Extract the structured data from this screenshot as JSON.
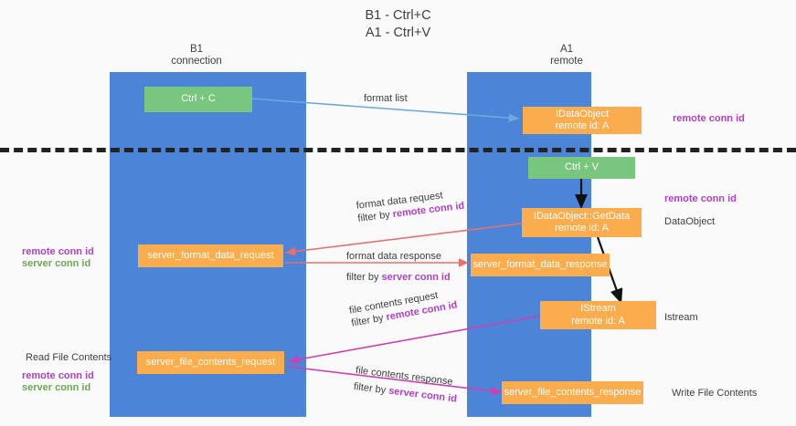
{
  "title": {
    "line1": "B1 - Ctrl+C",
    "line2": "A1 - Ctrl+V"
  },
  "columns": [
    {
      "name": "B1",
      "sub": "connection"
    },
    {
      "name": "A1",
      "sub": "remote"
    }
  ],
  "colors": {
    "lane": "#4c84d8",
    "green_box": "#79c67f",
    "orange_box": "#fbad4e",
    "purple_text": "#b03fc7",
    "green_text": "#6aa84f",
    "dark_text": "#3c4043",
    "edge_blue": "#6fa8dc",
    "edge_red": "#e8716d",
    "edge_magenta": "#cf3fb0",
    "edge_black": "#000000",
    "background": "#fafafa"
  },
  "boxes": {
    "ctrl_c": {
      "line1": "Ctrl + C"
    },
    "data_object_top": {
      "line1": "IDataObject",
      "line2": "remote id: A"
    },
    "ctrl_v": {
      "line1": "Ctrl + V"
    },
    "get_data": {
      "line1": "IDataObject::GetData",
      "line2": "remote id: A"
    },
    "server_format_data_request": {
      "line1": "server_format_data_request"
    },
    "server_format_data_response": {
      "line1": "server_format_data_response"
    },
    "istream": {
      "line1": "IStream",
      "line2": "remote id: A"
    },
    "server_file_contents_request": {
      "line1": "server_file_contents_request"
    },
    "server_file_contents_response": {
      "line1": "server_file_contents_response"
    }
  },
  "edge_labels": {
    "format_list": "format list",
    "format_data_request": "format data request",
    "format_data_request_filter_prefix": "filter by ",
    "format_data_request_filter_key": "remote conn id",
    "format_data_response": "format data response",
    "format_data_response_filter_prefix": "filter by ",
    "format_data_response_filter_key": "server conn id",
    "file_contents_request": "file contents request",
    "file_contents_request_filter_prefix": "filter by ",
    "file_contents_request_filter_key": "remote conn id",
    "file_contents_response": "file contents response",
    "file_contents_response_filter_prefix": "filter by ",
    "file_contents_response_filter_key": "server conn id"
  },
  "right_labels": {
    "remote_conn_id_top": "remote conn id",
    "remote_conn_id_mid": "remote conn id",
    "data_object": "DataObject",
    "istream": "Istream",
    "write_file_contents": "Write File Contents"
  },
  "left_labels": {
    "remote_conn_id_mid": "remote conn id",
    "server_conn_id_mid": "server conn id",
    "read_file_contents": "Read File Contents",
    "remote_conn_id_low": "remote conn id",
    "server_conn_id_low": "server conn id"
  }
}
